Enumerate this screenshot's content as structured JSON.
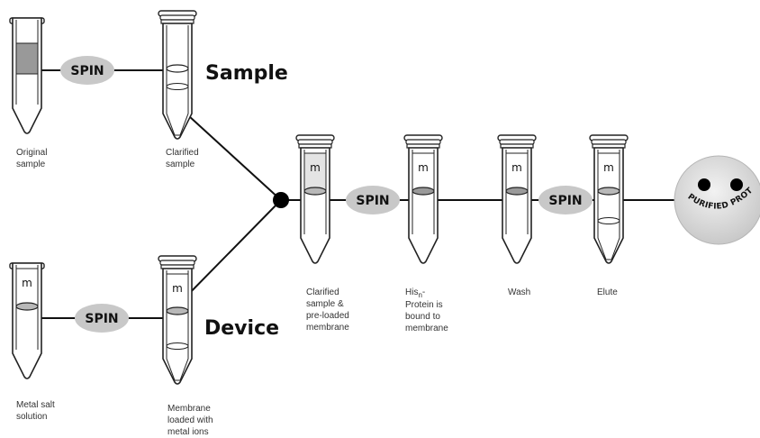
{
  "diagram": {
    "spin_label": "SPIN",
    "membrane_mark": "m",
    "sample_heading": "Sample",
    "device_heading": "Device",
    "result_label": "PURIFIED PROTEIN",
    "captions": {
      "original_sample": [
        "Original",
        "sample"
      ],
      "clarified_sample": [
        "Clarified",
        "sample"
      ],
      "metal_salt_solution": [
        "Metal salt",
        "solution"
      ],
      "membrane_loaded": [
        "Membrane",
        "loaded with",
        "metal ions"
      ],
      "clarified_preloaded": [
        "Clarified",
        "sample &",
        "pre-loaded",
        "membrane"
      ],
      "his_bound": {
        "line1_main": "His",
        "line1_sub": "n",
        "line1_tail": "-",
        "rest": [
          "Protein is",
          "bound to",
          "membrane"
        ]
      },
      "wash": [
        "Wash"
      ],
      "elute": [
        "Elute"
      ]
    },
    "colors": {
      "spin_ellipse": "#c8c8c8",
      "tube_outline": "#222222",
      "liquid_gray": "#999999",
      "face": "#d6d6d6"
    }
  }
}
